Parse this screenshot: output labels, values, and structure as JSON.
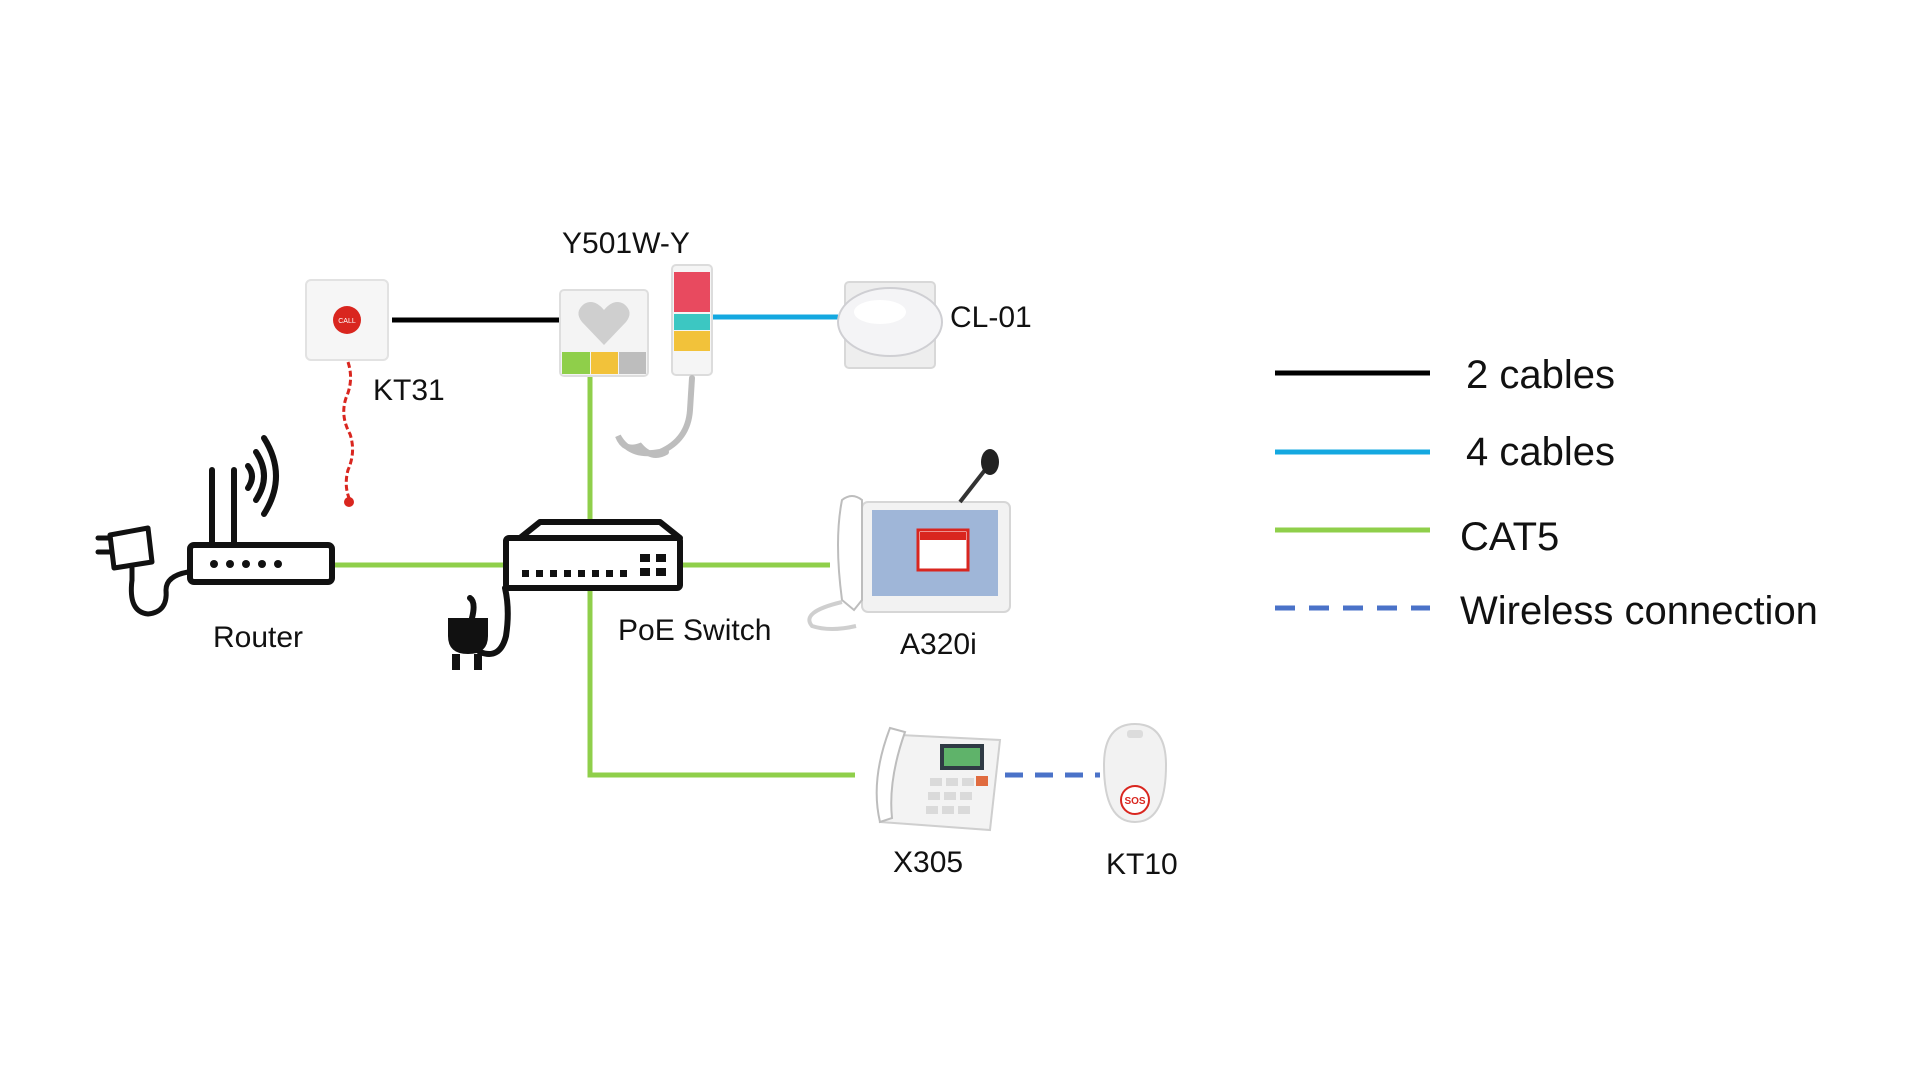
{
  "colors": {
    "two_cables": "#000000",
    "four_cables": "#14a8e0",
    "cat5": "#8fcf4a",
    "wireless": "#4a72c8",
    "call_red": "#d9261f",
    "outline": "#111111"
  },
  "devices": {
    "y501w": {
      "label": "Y501W-Y",
      "icon": "intercom-panel-icon"
    },
    "kt31": {
      "label": "KT31",
      "icon": "pull-cord-call-button-icon",
      "button_text": "CALL"
    },
    "cl01": {
      "label": "CL-01",
      "icon": "corridor-light-icon"
    },
    "router": {
      "label": "Router",
      "icon": "wifi-router-icon"
    },
    "poe_switch": {
      "label": "PoE Switch",
      "icon": "network-switch-icon"
    },
    "a320i": {
      "label": "A320i",
      "icon": "nurse-station-phone-icon"
    },
    "x305": {
      "label": "X305",
      "icon": "desk-phone-icon"
    },
    "kt10": {
      "label": "KT10",
      "icon": "sos-pendant-icon",
      "button_text": "SOS"
    }
  },
  "legend": [
    {
      "label": "2 cables",
      "style": "solid",
      "color_key": "two_cables"
    },
    {
      "label": "4 cables",
      "style": "solid",
      "color_key": "four_cables"
    },
    {
      "label": "CAT5",
      "style": "solid",
      "color_key": "cat5"
    },
    {
      "label": "Wireless connection",
      "style": "dashed",
      "color_key": "wireless"
    }
  ]
}
